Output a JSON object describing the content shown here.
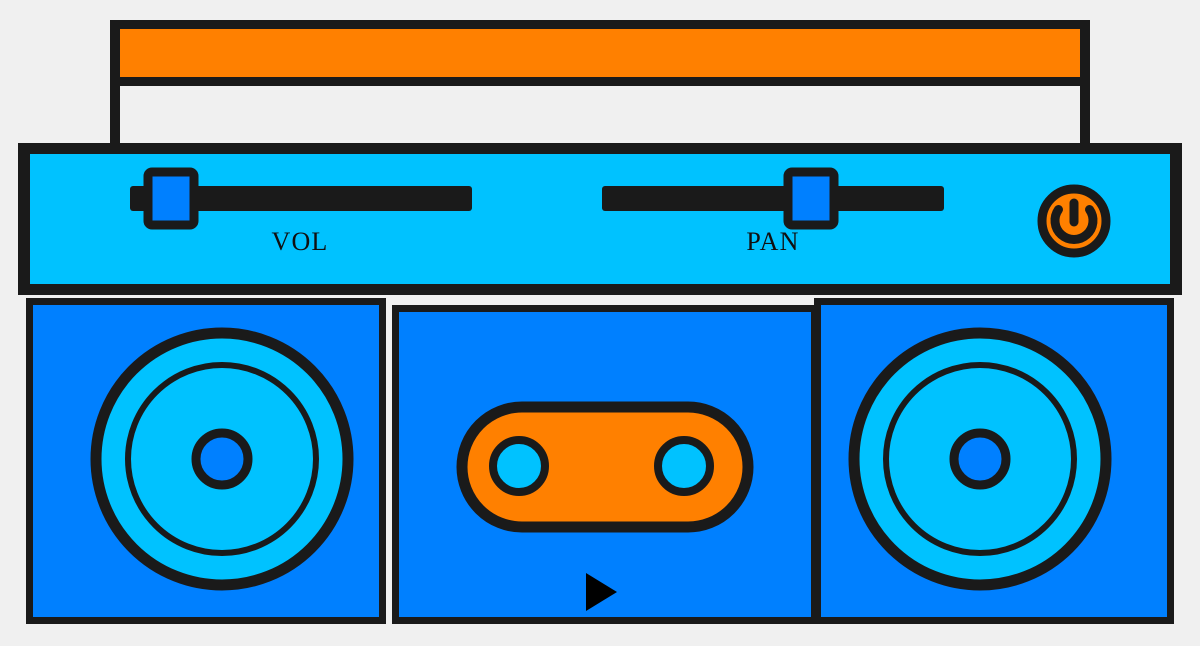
{
  "device": {
    "name": "boombox",
    "type": "portable-stereo-cassette-player"
  },
  "colors": {
    "background": "#f0f0f0",
    "outline": "#1a1a1a",
    "orange": "#ff8000",
    "cyan": "#00c2ff",
    "blue": "#0080ff",
    "panel_inner": "#f0f0f0",
    "play_triangle": "#000000"
  },
  "handle": {
    "name": "carry-handle",
    "band_color": "#ff8000",
    "window_color": "#f0f0f0"
  },
  "control_panel": {
    "name": "control-panel",
    "background": "#00c2ff",
    "sliders": [
      {
        "id": "vol",
        "label": "VOL",
        "position_percent": 8,
        "track_color": "#1a1a1a",
        "knob_color": "#0080ff"
      },
      {
        "id": "pan",
        "label": "PAN",
        "position_percent": 57,
        "track_color": "#1a1a1a",
        "knob_color": "#0080ff"
      }
    ],
    "power_button": {
      "name": "power-button",
      "icon": "power-icon",
      "fill": "#ff8000",
      "state": "on"
    }
  },
  "speakers": [
    {
      "id": "left",
      "label": "left-speaker",
      "cone_color": "#00c2ff",
      "dust_cap_color": "#0080ff",
      "panel_color": "#0080ff"
    },
    {
      "id": "right",
      "label": "right-speaker",
      "cone_color": "#00c2ff",
      "dust_cap_color": "#0080ff",
      "panel_color": "#0080ff"
    }
  ],
  "deck": {
    "name": "cassette-deck",
    "panel_color": "#0080ff",
    "cassette": {
      "name": "cassette-tape",
      "shell_color": "#ff8000",
      "reels": [
        {
          "id": "left-reel",
          "color": "#00c2ff"
        },
        {
          "id": "right-reel",
          "color": "#00c2ff"
        }
      ]
    },
    "transport": {
      "play_button": {
        "name": "play-button",
        "icon": "play-triangle-icon",
        "color": "#000000"
      }
    }
  }
}
